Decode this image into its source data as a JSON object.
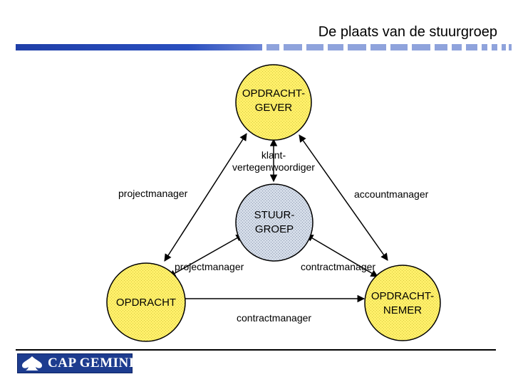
{
  "title": "De plaats van de stuurgroep",
  "nodes": {
    "opdrachtgever": {
      "line1": "OPDRACHT-",
      "line2": "GEVER"
    },
    "stuurgroep": {
      "line1": "STUUR-",
      "line2": "GROEP"
    },
    "opdracht": {
      "line1": "OPDRACHT"
    },
    "opdrachtnemer": {
      "line1": "OPDRACHT-",
      "line2": "NEMER"
    }
  },
  "edge_labels": {
    "klant_line1": "klant-",
    "klant_line2": "vertegenwoordiger",
    "projectmanager_top": "projectmanager",
    "accountmanager": "accountmanager",
    "projectmanager_bottom": "projectmanager",
    "contractmanager_right": "contractmanager",
    "contractmanager_bottom": "contractmanager"
  },
  "footer": {
    "logo_text": "CAP GEMINI"
  },
  "colors": {
    "node_yellow": "#fff06a",
    "node_blue": "#c8d2e0",
    "brand_blue": "#1d3c8f"
  }
}
